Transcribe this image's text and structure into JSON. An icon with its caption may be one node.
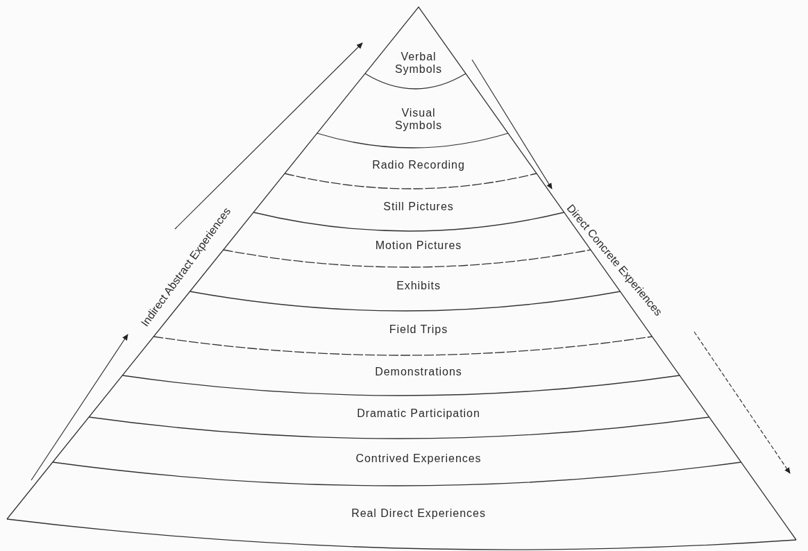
{
  "diagram": {
    "nodes": [
      {
        "text": [
          "Verbal Symbols"
        ]
      },
      {
        "text": [
          "Visual Symbols"
        ]
      },
      {
        "text": [
          "Radio Recording"
        ]
      },
      {
        "text": [
          "Still Pictures"
        ]
      },
      {
        "text": [
          "Motion Pictures"
        ]
      },
      {
        "text": [
          "Exhibits"
        ]
      },
      {
        "text": [
          "Field Trips"
        ]
      },
      {
        "text": [
          "Demonstrations"
        ]
      },
      {
        "text": [
          "Dramatic Participation"
        ]
      },
      {
        "text": [
          "Contrived Experiences"
        ]
      },
      {
        "text": [
          "Real Direct Experiences"
        ]
      }
    ],
    "labels": [
      "Indirect Abstract Experiences",
      "Direct Concrete Experiences"
    ]
  }
}
